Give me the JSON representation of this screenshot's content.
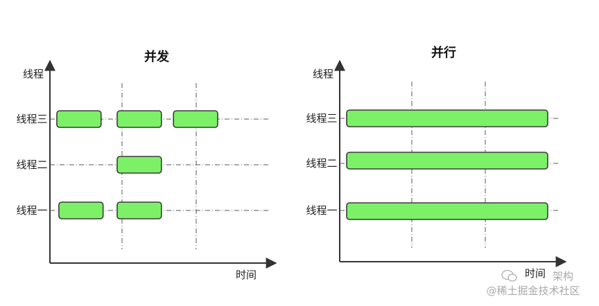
{
  "diagrams": [
    {
      "id": "concurrency",
      "title": "并发",
      "y_axis_label": "线程",
      "x_axis_label": "时间",
      "threads": [
        "线程三",
        "线程二",
        "线程一"
      ],
      "task_bars": [
        {
          "thread": "线程三",
          "start": 0.0,
          "end": 0.22
        },
        {
          "thread": "线程三",
          "start": 0.3,
          "end": 0.52
        },
        {
          "thread": "线程三",
          "start": 0.58,
          "end": 0.8
        },
        {
          "thread": "线程二",
          "start": 0.3,
          "end": 0.52
        },
        {
          "thread": "线程一",
          "start": 0.01,
          "end": 0.23
        },
        {
          "thread": "线程一",
          "start": 0.3,
          "end": 0.52
        }
      ]
    },
    {
      "id": "parallelism",
      "title": "并行",
      "y_axis_label": "线程",
      "x_axis_label": "时间",
      "threads": [
        "线程三",
        "线程二",
        "线程一"
      ],
      "task_bars": [
        {
          "thread": "线程三",
          "start": 0.0,
          "end": 1.0
        },
        {
          "thread": "线程二",
          "start": 0.0,
          "end": 1.0
        },
        {
          "thread": "线程一",
          "start": 0.0,
          "end": 1.0
        }
      ]
    }
  ],
  "watermark": {
    "account": "架构",
    "site": "@稀土掘金技术社区"
  },
  "colors": {
    "bar_fill": "#7cf066",
    "bar_stroke": "#3a3a3a",
    "axis": "#333333",
    "guide": "#555555"
  }
}
